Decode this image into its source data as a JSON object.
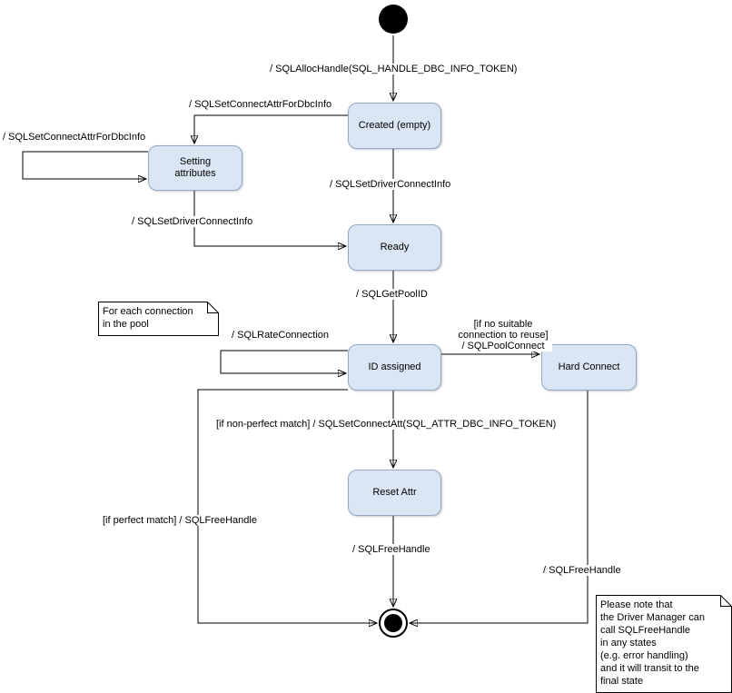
{
  "states": {
    "created": {
      "label": "Created (empty)"
    },
    "setting_attributes": {
      "label": "Setting\nattributes"
    },
    "ready": {
      "label": "Ready"
    },
    "id_assigned": {
      "label": "ID assigned"
    },
    "hard_connect": {
      "label": "Hard Connect"
    },
    "reset_attr": {
      "label": "Reset Attr"
    }
  },
  "transitions": {
    "alloc_handle": "/ SQLAllocHandle(SQL_HANDLE_DBC_INFO_TOKEN)",
    "set_connect_attr": "/ SQLSetConnectAttrForDbcInfo",
    "set_connect_attr_self": "/ SQLSetConnectAttrForDbcInfo",
    "set_driver_connect_created": "/ SQLSetDriverConnectInfo",
    "set_driver_connect_setting": "/ SQLSetDriverConnectInfo",
    "get_pool_id": "/ SQLGetPoolID",
    "rate_connection": "/ SQLRateConnection",
    "pool_connect": "[if no suitable\nconnection to reuse]\n/ SQLPoolConnect",
    "non_perfect_match": "[if non-perfect match] / SQLSetConnectAtt(SQL_ATTR_DBC_INFO_TOKEN)",
    "free_handle_reset": "/ SQLFreeHandle",
    "free_handle_perfect": "[if perfect match] / SQLFreeHandle",
    "free_handle_hard": "/ SQLFreeHandle"
  },
  "notes": {
    "pool_note": "For each connection\nin the pool",
    "driver_manager_note": "Please note that\nthe Driver Manager can\ncall SQLFreeHandle\nin any states\n(e.g. error handling)\nand it will transit to the\nfinal state"
  },
  "colors": {
    "state_fill": "#dbe6f4",
    "state_border": "#93a8c4",
    "arrow": "#000000",
    "note_fill": "#ffffff",
    "note_border": "#000000"
  }
}
